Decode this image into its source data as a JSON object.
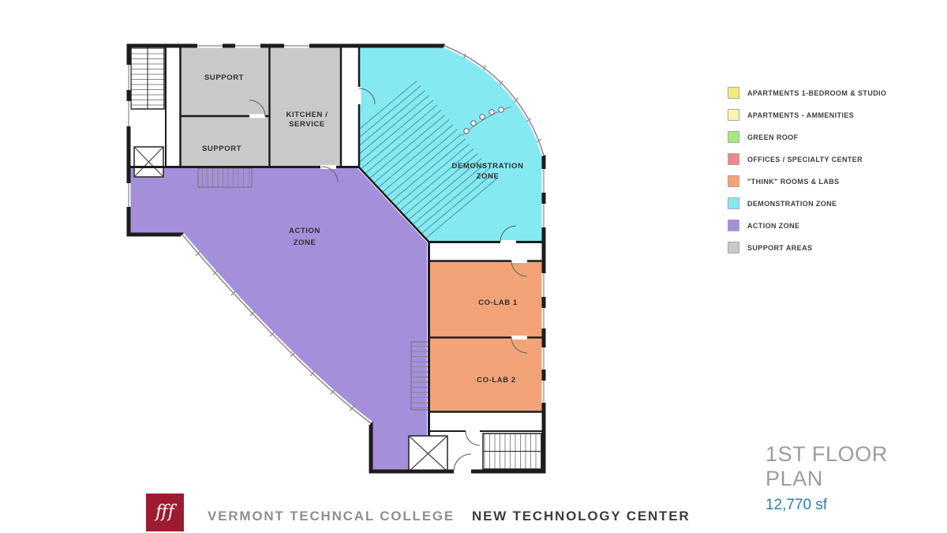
{
  "floor_plan": {
    "zone_colors": {
      "support": "#c9c9c9",
      "demonstration": "#85e9f1",
      "action": "#a48fdb",
      "think": "#f2a377",
      "wall": "#1c1c1c"
    },
    "rooms": {
      "support1": {
        "label": "SUPPORT"
      },
      "support2": {
        "label": "SUPPORT"
      },
      "kitchen": {
        "line1": "KITCHEN /",
        "line2": "SERVICE"
      },
      "demonstration": {
        "line1": "DEMONSTRATION",
        "line2": "ZONE"
      },
      "action": {
        "line1": "ACTION",
        "line2": "ZONE"
      },
      "colab1": {
        "label": "CO-LAB 1"
      },
      "colab2": {
        "label": "CO-LAB 2"
      }
    }
  },
  "legend": {
    "items": [
      {
        "label": "APARTMENTS 1-BEDROOM & STUDIO",
        "color": "#f2ee7b"
      },
      {
        "label": "APARTMENTS - AMMENITIES",
        "color": "#f9f6af"
      },
      {
        "label": "GREEN ROOF",
        "color": "#a6e97e"
      },
      {
        "label": "OFFICES / SPECIALTY CENTER",
        "color": "#f4858f"
      },
      {
        "label": "\"THINK\" ROOMS & LABS",
        "color": "#f2a377"
      },
      {
        "label": "DEMONSTRATION ZONE",
        "color": "#85e9f1"
      },
      {
        "label": "ACTION ZONE",
        "color": "#a48fdb"
      },
      {
        "label": "SUPPORT AREAS",
        "color": "#c9c9c9"
      }
    ]
  },
  "title_block": {
    "title": "1ST FLOOR PLAN",
    "area": "12,770 sf",
    "title_color": "#9c9c9c",
    "area_color": "#2d7cab"
  },
  "footer": {
    "logo_text": "fff",
    "logo_color": "#9d1b31",
    "college": "VERMONT TECHNCAL COLLEGE",
    "project": "NEW TECHNOLOGY CENTER"
  }
}
